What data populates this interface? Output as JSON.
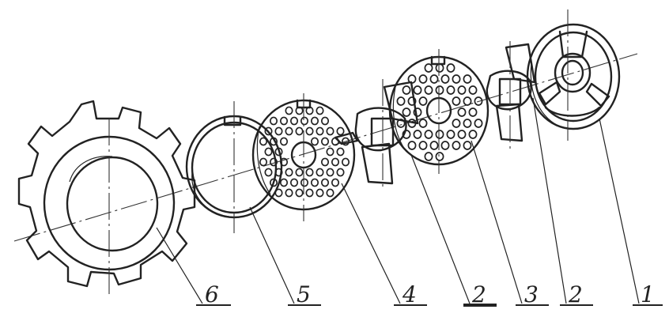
{
  "callouts": [
    {
      "id": "c6",
      "label": "6",
      "part": "union-nut"
    },
    {
      "id": "c5",
      "label": "5",
      "part": "spacer-ring"
    },
    {
      "id": "c4",
      "label": "4",
      "part": "grid-fine"
    },
    {
      "id": "c2a",
      "label": "2",
      "part": "knife-front",
      "emphasized": true
    },
    {
      "id": "c3",
      "label": "3",
      "part": "grid-coarse"
    },
    {
      "id": "c2b",
      "label": "2",
      "part": "knife-rear"
    },
    {
      "id": "c1",
      "label": "1",
      "part": "cutting-ring"
    }
  ],
  "colors": {
    "ink": "#222222",
    "paper": "#ffffff"
  }
}
